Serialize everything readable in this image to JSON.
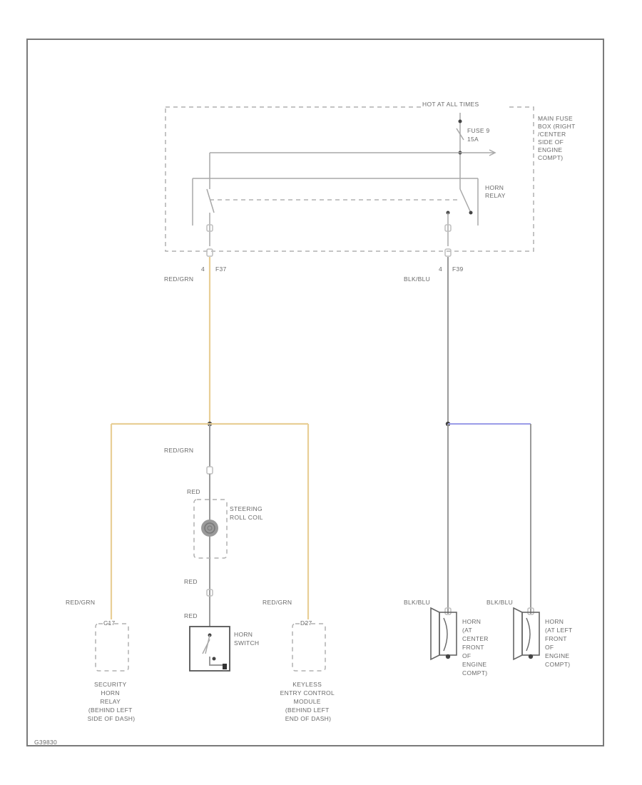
{
  "diagram": {
    "fuse_box": {
      "header": "HOT AT ALL TIMES",
      "label_lines": [
        "MAIN FUSE",
        "BOX (RIGHT",
        "/CENTER",
        "SIDE OF",
        "ENGINE",
        "COMPT)"
      ],
      "fuse_name": "FUSE 9",
      "fuse_rating": "15A",
      "horn_relay_lines": [
        "HORN",
        "RELAY"
      ],
      "conn_left_pin": "4",
      "conn_left_id": "F37",
      "conn_right_pin": "4",
      "conn_right_id": "F39"
    },
    "wires": {
      "left_main": "RED/GRN",
      "right_main": "BLK/BLU",
      "center_branch": "RED/GRN",
      "far_left_branch": "RED/GRN",
      "right_branch": "RED/GRN",
      "horn_center_wire": "BLK/BLU",
      "horn_left_wire": "BLK/BLU"
    },
    "steering": {
      "label_lines": [
        "STEERING",
        "ROLL COIL"
      ],
      "wire_top": "RED",
      "wire_mid": "RED",
      "wire_bottom": "RED"
    },
    "horn_switch": {
      "label_lines": [
        "HORN",
        "SWITCH"
      ]
    },
    "components": {
      "security_relay": {
        "pin": "C17",
        "label_lines": [
          "SECURITY",
          "HORN",
          "RELAY",
          "(BEHIND LEFT",
          "SIDE OF DASH)"
        ]
      },
      "keyless_module": {
        "pin": "D27",
        "label_lines": [
          "KEYLESS",
          "ENTRY CONTROL",
          "MODULE",
          "(BEHIND LEFT",
          "END OF DASH)"
        ]
      },
      "horn_center": {
        "label_lines": [
          "HORN",
          "(AT",
          "CENTER",
          "FRONT",
          "OF",
          "ENGINE",
          "COMPT)"
        ]
      },
      "horn_left": {
        "label_lines": [
          "HORN",
          "(AT LEFT",
          "FRONT",
          "OF",
          "ENGINE",
          "COMPT)"
        ]
      }
    },
    "footer_code": "G39830"
  }
}
